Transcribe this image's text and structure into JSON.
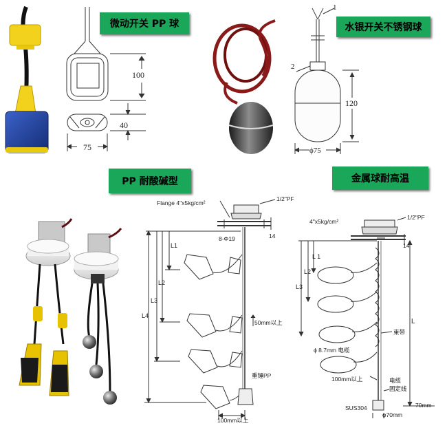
{
  "labels": {
    "micro_switch": "微动开关 PP 球",
    "mercury_switch": "水银开关不锈钢球",
    "pp_acid": "PP 耐酸碱型",
    "metal_hightemp": "金属球耐高温"
  },
  "dims": {
    "micro_height": "100",
    "micro_thick": "40",
    "micro_width": "75",
    "merc_callout1": "1",
    "merc_callout2": "2",
    "merc_height": "120",
    "merc_dia": "ϕ75"
  },
  "pp_diagram": {
    "flange": "Flange 4\"x5kg/cm²",
    "thread": "1/2\"PF",
    "fourteen": "14",
    "holes": "8-Φ19",
    "l1": "L1",
    "l2": "L2",
    "l3": "L3",
    "l4": "L4",
    "spacing": "50mm以上",
    "weight": "重锤PP",
    "bottom": "100mm以上"
  },
  "metal_diagram": {
    "flange": "4\"x5kg/cm²",
    "thread": "1/2\"PF",
    "fourteen": "14",
    "l1": "L 1",
    "l2": "L2",
    "l3": "L3",
    "l": "L",
    "band": "束带",
    "cable": "ϕ 8.7mm 电缆",
    "spacing": "100mm以上",
    "fix1": "电缆",
    "fix2": "固定线",
    "material": "SUS304",
    "bottom_h": "70mm",
    "bottom_d": "φ70mm"
  },
  "colors": {
    "label_green": "#1aa75a",
    "float_yellow": "#f2d21c",
    "float_blue": "#1d3f9e",
    "cable_red": "#8a1a1a"
  }
}
